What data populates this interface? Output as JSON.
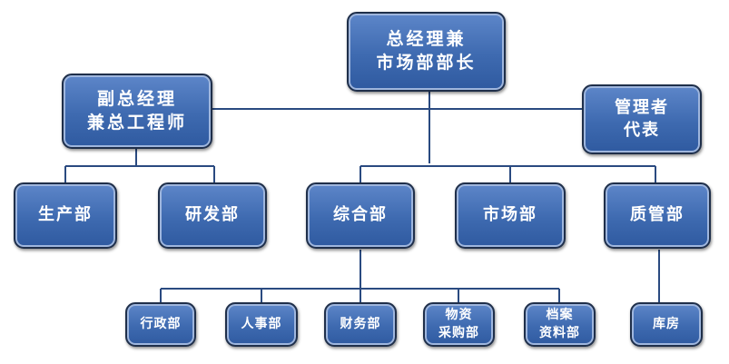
{
  "org": {
    "gm": [
      "总经理兼",
      "市场部部长"
    ],
    "deputy": [
      "副总经理",
      "兼总工程师"
    ],
    "rep": [
      "管理者",
      "代表"
    ],
    "production": "生产部",
    "rnd": "研发部",
    "general": "综合部",
    "market": "市场部",
    "quality": "质管部",
    "admin": "行政部",
    "hr": "人事部",
    "finance": "财务部",
    "procurement": [
      "物资",
      "采购部"
    ],
    "archives": [
      "档案",
      "资料部"
    ],
    "warehouse": "库房"
  }
}
